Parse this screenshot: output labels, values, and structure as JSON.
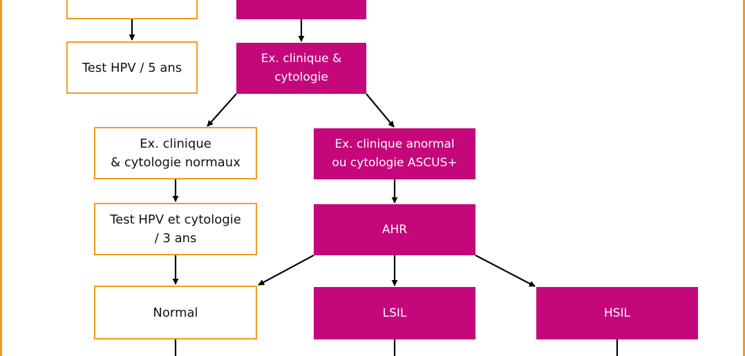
{
  "colors": {
    "accent_orange": "#f39a1f",
    "accent_magenta": "#c4077a",
    "arrow": "#000000",
    "background": "#ffffff"
  },
  "nodes": {
    "top_left": "",
    "top_center": "",
    "test_hpv_5": "Test HPV / 5 ans",
    "exam_cytology": "Ex. clinique &\ncytologie",
    "exam_normal": "Ex. clinique\n& cytologie normaux",
    "exam_abnormal": "Ex. clinique anormal\nou cytologie ASCUS+",
    "test_hpv_3": "Test HPV et cytologie\n/ 3 ans",
    "ahr": "AHR",
    "normal": "Normal",
    "lsil": "LSIL",
    "hsil": "HSIL"
  }
}
